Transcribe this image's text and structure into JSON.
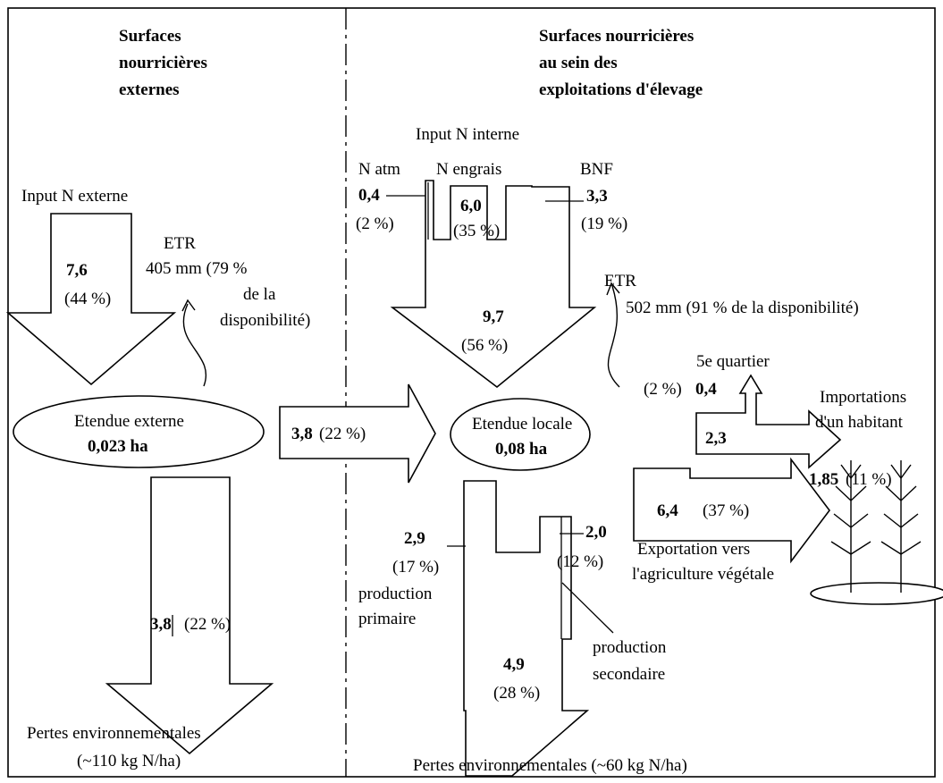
{
  "headers": {
    "left": [
      "Surfaces",
      "nourricières",
      "externes"
    ],
    "right": [
      "Surfaces nourricières",
      "au sein des",
      "exploitations d'élevage"
    ]
  },
  "left": {
    "input_label": "Input N externe",
    "input_value": "7,6",
    "input_pct": "(44 %)",
    "etr_lines": [
      "ETR",
      "405 mm (79 %",
      "de la",
      "disponibilité)"
    ],
    "area_name": "Etendue externe",
    "area_value": "0,023 ha",
    "loss_value": "3,8",
    "loss_pct": "(22 %)",
    "loss_label": "Pertes environnementales",
    "loss_rate": "(~110 kg N/ha)"
  },
  "transfer": {
    "value": "3,8",
    "pct": "(22 %)"
  },
  "right": {
    "input_title": "Input N interne",
    "n_atm": {
      "label": "N atm",
      "value": "0,4",
      "pct": "(2 %)"
    },
    "n_engrais": {
      "label": "N engrais",
      "value": "6,0",
      "pct": "(35 %)"
    },
    "bnf": {
      "label": "BNF",
      "value": "3,3",
      "pct": "(19 %)"
    },
    "total_input": {
      "value": "9,7",
      "pct": "(56 %)"
    },
    "etr_lines": [
      "ETR",
      "502 mm (91 % de la disponibilité)"
    ],
    "area_name": "Etendue locale",
    "area_value": "0,08 ha",
    "quartier": {
      "label": "5e quartier",
      "pct": "(2 %)",
      "value": "0,4"
    },
    "meat": {
      "value": "2,3"
    },
    "imports": {
      "lines": [
        "Importations",
        "d'un habitant"
      ],
      "value": "1,85",
      "pct": "(11 %)"
    },
    "export": {
      "value": "6,4",
      "pct": "(37 %)",
      "lines": [
        "Exportation vers",
        "l'agriculture végétale"
      ]
    },
    "primary": {
      "value": "2,9",
      "pct": "(17 %)",
      "lines": [
        "production",
        "primaire"
      ]
    },
    "secondary": {
      "value": "2,0",
      "pct": "(12 %)",
      "lines": [
        "production",
        "secondaire"
      ]
    },
    "loss": {
      "value": "4,9",
      "pct": "(28 %)",
      "label": "Pertes environnementales (~60 kg N/ha)"
    }
  }
}
